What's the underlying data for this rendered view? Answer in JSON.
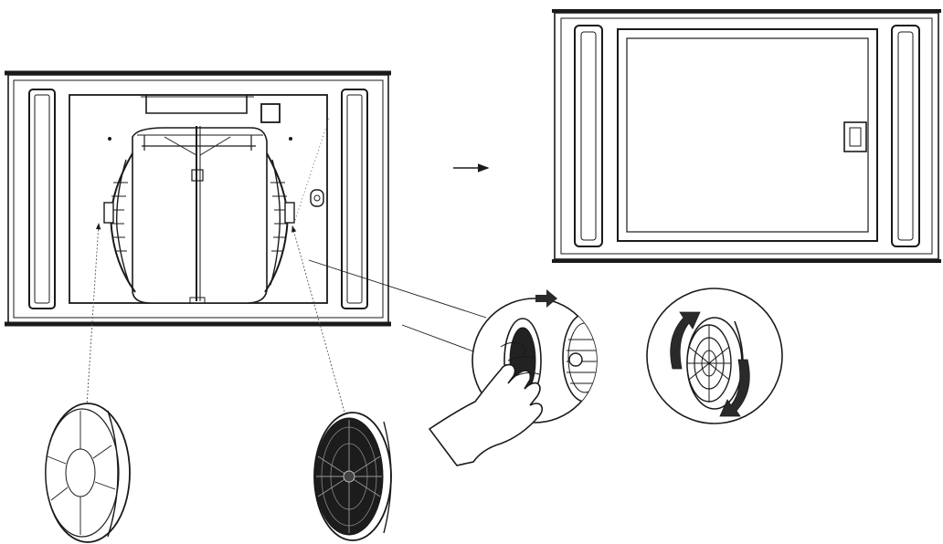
{
  "diagram": {
    "panels": [
      {
        "id": "hood-open",
        "icon": "hood-underside-with-motor-icon"
      },
      {
        "id": "hood-closed",
        "icon": "hood-with-grease-panel-icon"
      }
    ],
    "parts": [
      {
        "id": "grease-filter",
        "icon": "round-filter-white-icon"
      },
      {
        "id": "carbon-filter",
        "icon": "round-filter-dark-icon"
      }
    ],
    "steps": [
      {
        "id": "insert-filter",
        "icon": "hand-pushing-filter-icon"
      },
      {
        "id": "rotate-filter",
        "icon": "rotate-arrows-icon"
      }
    ],
    "colors": {
      "line": "#1a1a1a",
      "fill": "#ffffff",
      "accent": "#2a2a2a",
      "dark": "#111111"
    }
  }
}
